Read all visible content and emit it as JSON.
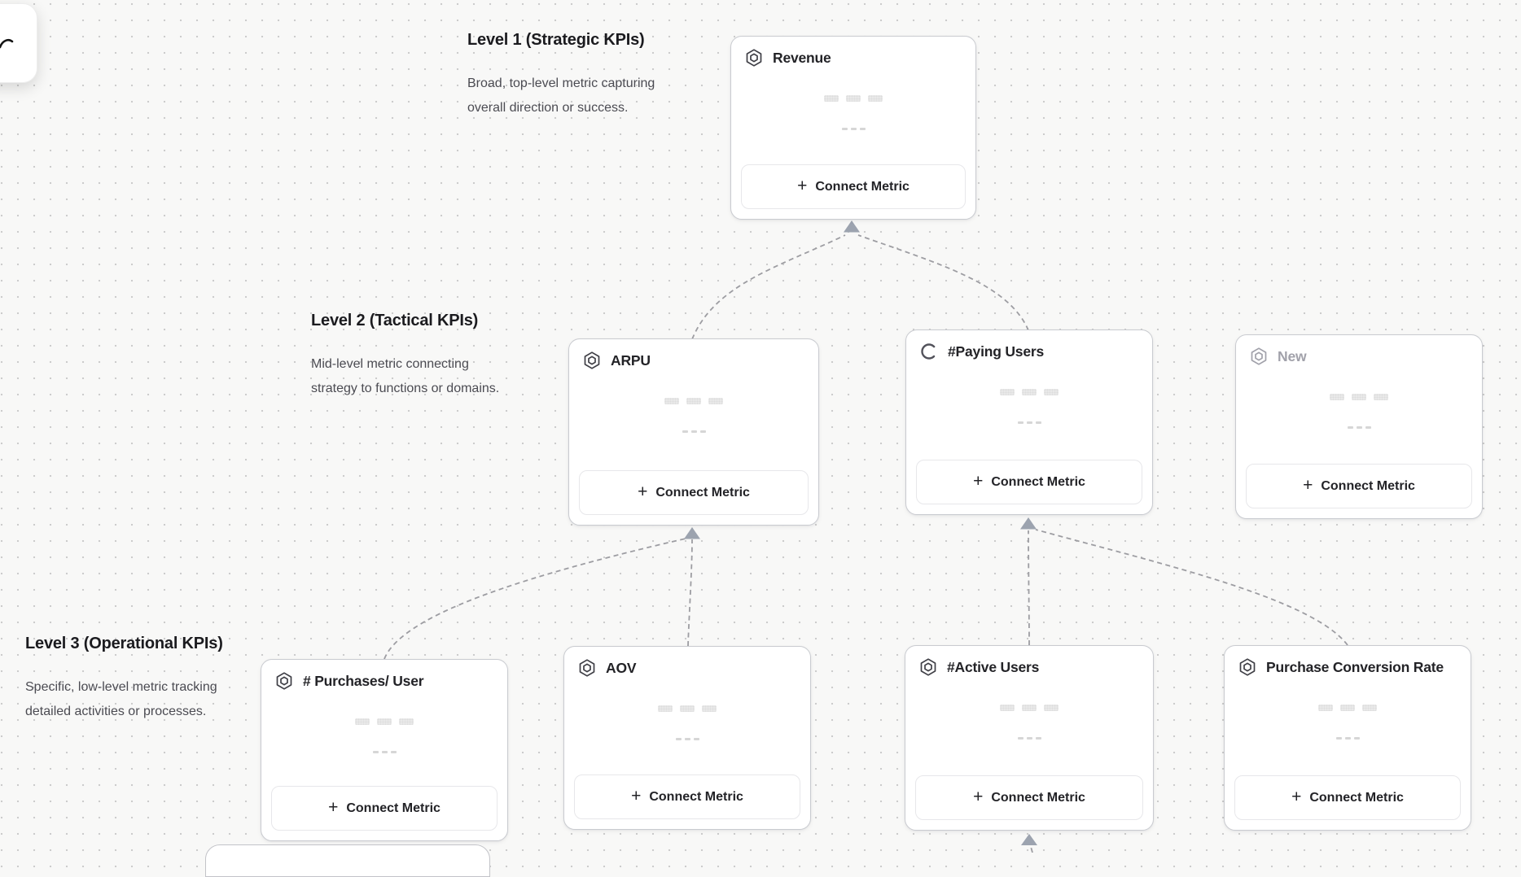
{
  "app": {
    "type": "metric-tree-canvas"
  },
  "floating_toolbar": {
    "icon": "cursor-icon"
  },
  "sections": [
    {
      "id": "level-1",
      "title": "Level 1 (Strategic KPIs)",
      "description_line1": "Broad, top-level metric capturing",
      "description_line2": "overall direction or success."
    },
    {
      "id": "level-2",
      "title": "Level 2 (Tactical KPIs)",
      "description_line1": "Mid-level metric connecting",
      "description_line2": "strategy to functions or domains."
    },
    {
      "id": "level-3",
      "title": "Level 3 (Operational KPIs)",
      "description_line1": "Specific, low-level metric tracking",
      "description_line2": "detailed activities or processes."
    }
  ],
  "cards": [
    {
      "id": "revenue",
      "level": 1,
      "title": "Revenue",
      "icon": "hexagon-metric-icon",
      "button_label": "Connect Metric",
      "state": "default"
    },
    {
      "id": "arpu",
      "level": 2,
      "title": "ARPU",
      "icon": "hexagon-metric-icon",
      "button_label": "Connect Metric",
      "state": "default"
    },
    {
      "id": "paying-users",
      "level": 2,
      "title": "#Paying Users",
      "icon": "spinner-icon",
      "button_label": "Connect Metric",
      "state": "loading"
    },
    {
      "id": "new",
      "level": 2,
      "title": "New",
      "icon": "hexagon-metric-icon",
      "button_label": "Connect Metric",
      "state": "draft"
    },
    {
      "id": "purchases-per-user",
      "level": 3,
      "title": "# Purchases/ User",
      "icon": "hexagon-metric-icon",
      "button_label": "Connect Metric",
      "state": "default"
    },
    {
      "id": "aov",
      "level": 3,
      "title": "AOV",
      "icon": "hexagon-metric-icon",
      "button_label": "Connect Metric",
      "state": "default"
    },
    {
      "id": "active-users",
      "level": 3,
      "title": "#Active Users",
      "icon": "hexagon-metric-icon",
      "button_label": "Connect Metric",
      "state": "default"
    },
    {
      "id": "purchase-conversion-rate",
      "level": 3,
      "title": "Purchase Conversion Rate",
      "icon": "hexagon-metric-icon",
      "button_label": "Connect Metric",
      "state": "default"
    }
  ],
  "edges": [
    {
      "from": "arpu",
      "to": "revenue",
      "style": "dashed-arrow"
    },
    {
      "from": "paying-users",
      "to": "revenue",
      "style": "dashed-arrow"
    },
    {
      "from": "purchases-per-user",
      "to": "arpu",
      "style": "dashed-arrow"
    },
    {
      "from": "aov",
      "to": "arpu",
      "style": "dashed-arrow"
    },
    {
      "from": "active-users",
      "to": "paying-users",
      "style": "dashed-arrow"
    },
    {
      "from": "purchase-conversion-rate",
      "to": "paying-users",
      "style": "dashed-arrow"
    },
    {
      "from": "offscreen-bottom",
      "to": "active-users",
      "style": "dashed-arrow"
    }
  ],
  "colors": {
    "background": "#f8f8f7",
    "grid_dot": "#cccccc",
    "card_border": "#c9cbd0",
    "edge": "#9d9da2",
    "arrowhead": "#9ca3af",
    "title_text": "#232327",
    "muted_title_text": "#a1a1aa"
  }
}
